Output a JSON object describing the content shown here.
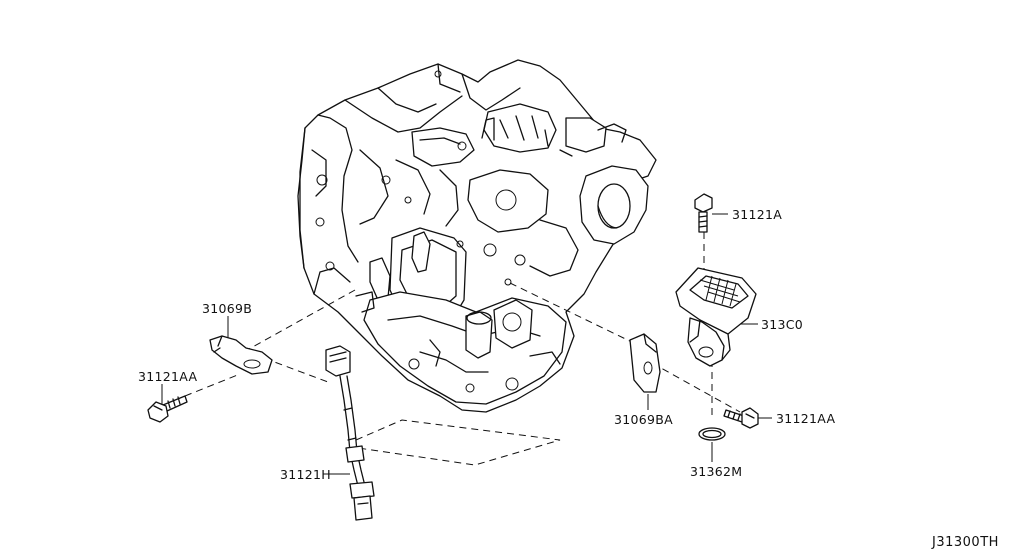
{
  "diagram": {
    "drawing_ref": "J31300TH",
    "parts": {
      "p31069B": "31069B",
      "p31121AA_left": "31121AA",
      "p31121H": "31121H",
      "p31121A": "31121A",
      "p313C0": "313C0",
      "p31069BA": "31069BA",
      "p31121AA_right": "31121AA",
      "p31362M": "31362M"
    }
  }
}
